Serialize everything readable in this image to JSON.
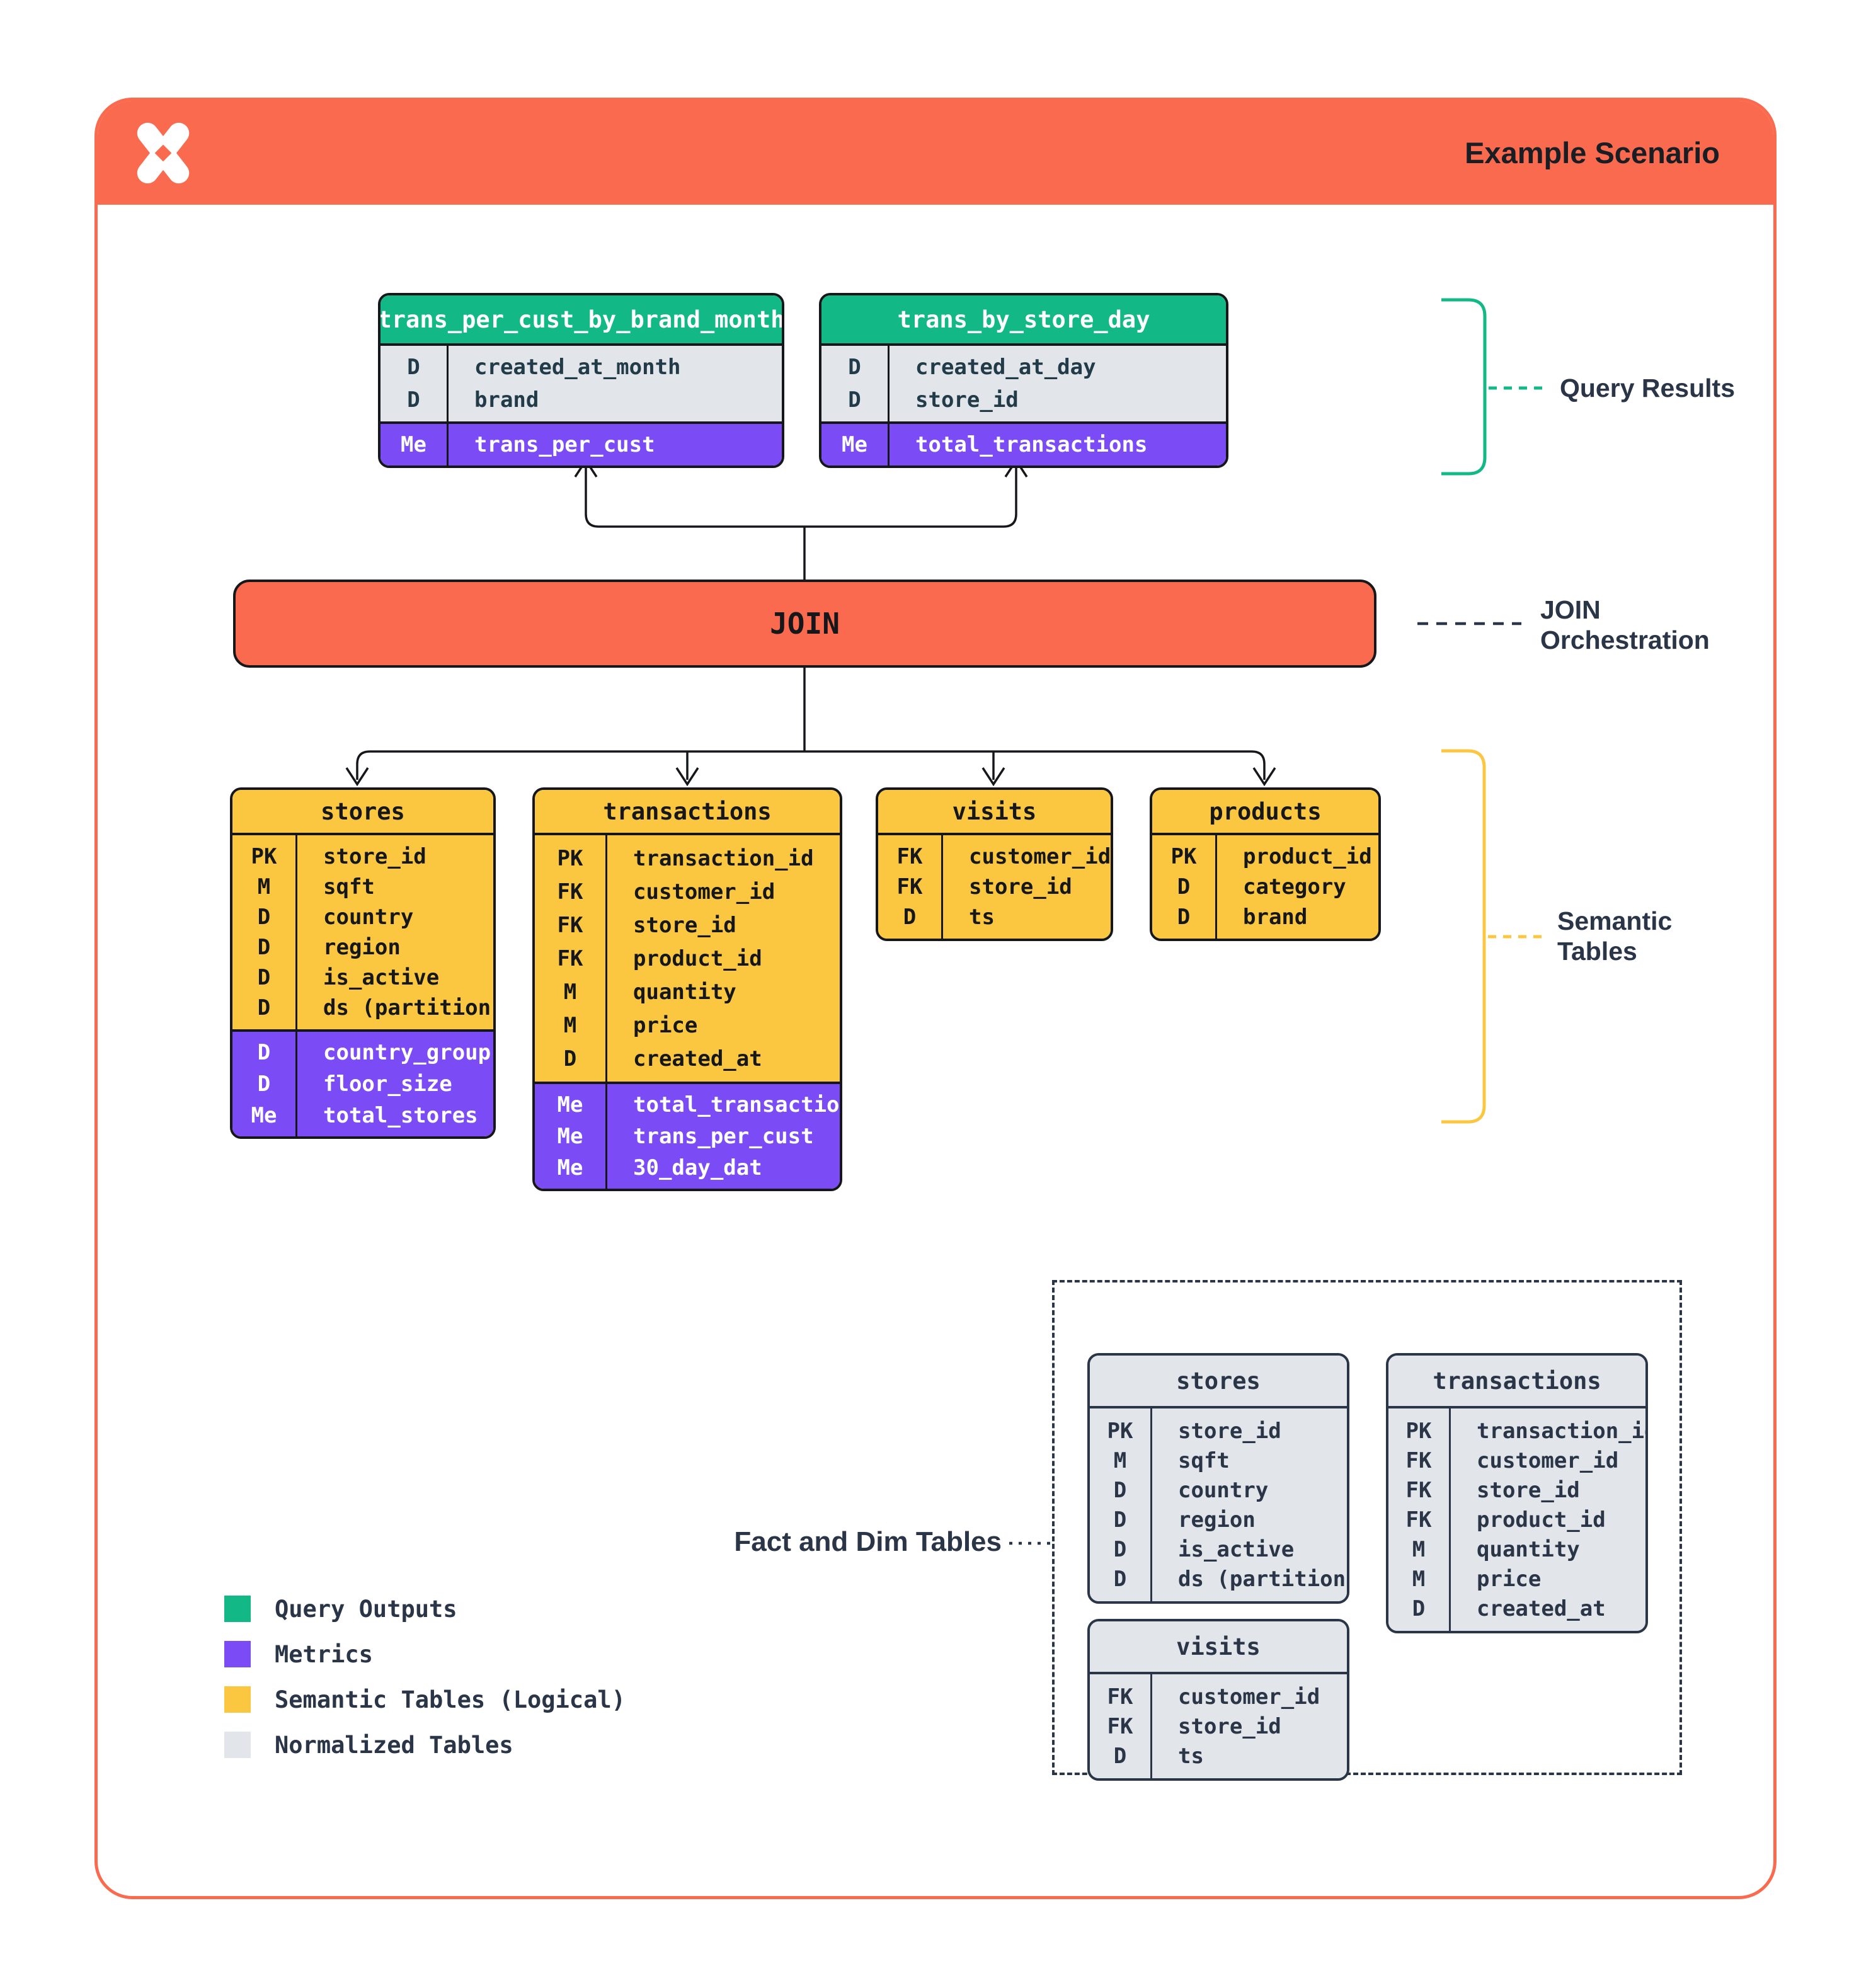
{
  "header": {
    "title": "Example Scenario"
  },
  "join": {
    "label": "JOIN"
  },
  "annotations": {
    "query_results": "Query Results",
    "join_orchestration": [
      "JOIN",
      "Orchestration"
    ],
    "semantic_tables": [
      "Semantic",
      "Tables"
    ],
    "fact_dim": "Fact and Dim Tables"
  },
  "query_tables": [
    {
      "name": "trans_per_cust_by_brand_month",
      "dims": [
        {
          "k": "D",
          "f": "created_at_month"
        },
        {
          "k": "D",
          "f": "brand"
        }
      ],
      "mets": [
        {
          "k": "Me",
          "f": "trans_per_cust"
        }
      ]
    },
    {
      "name": "trans_by_store_day",
      "dims": [
        {
          "k": "D",
          "f": "created_at_day"
        },
        {
          "k": "D",
          "f": "store_id"
        }
      ],
      "mets": [
        {
          "k": "Me",
          "f": "total_transactions"
        }
      ]
    }
  ],
  "semantic_tables": [
    {
      "name": "stores",
      "dims": [
        {
          "k": "PK",
          "f": "store_id"
        },
        {
          "k": "M",
          "f": "sqft"
        },
        {
          "k": "D",
          "f": "country"
        },
        {
          "k": "D",
          "f": "region"
        },
        {
          "k": "D",
          "f": "is_active"
        },
        {
          "k": "D",
          "f": "ds (partition)"
        }
      ],
      "mets": [
        {
          "k": "D",
          "f": "country_group"
        },
        {
          "k": "D",
          "f": "floor_size"
        },
        {
          "k": "Me",
          "f": "total_stores"
        }
      ]
    },
    {
      "name": "transactions",
      "dims": [
        {
          "k": "PK",
          "f": "transaction_id"
        },
        {
          "k": "FK",
          "f": "customer_id"
        },
        {
          "k": "FK",
          "f": "store_id"
        },
        {
          "k": "FK",
          "f": "product_id"
        },
        {
          "k": "M",
          "f": "quantity"
        },
        {
          "k": "M",
          "f": "price"
        },
        {
          "k": "D",
          "f": "created_at"
        }
      ],
      "mets": [
        {
          "k": "Me",
          "f": "total_transactions"
        },
        {
          "k": "Me",
          "f": "trans_per_cust"
        },
        {
          "k": "Me",
          "f": "30_day_dat"
        }
      ]
    },
    {
      "name": "visits",
      "dims": [
        {
          "k": "FK",
          "f": "customer_id"
        },
        {
          "k": "FK",
          "f": "store_id"
        },
        {
          "k": "D",
          "f": "ts"
        }
      ],
      "mets": []
    },
    {
      "name": "products",
      "dims": [
        {
          "k": "PK",
          "f": "product_id"
        },
        {
          "k": "D",
          "f": "category"
        },
        {
          "k": "D",
          "f": "brand"
        }
      ],
      "mets": []
    }
  ],
  "normalized_tables": [
    {
      "name": "stores",
      "dims": [
        {
          "k": "PK",
          "f": "store_id"
        },
        {
          "k": "M",
          "f": "sqft"
        },
        {
          "k": "D",
          "f": "country"
        },
        {
          "k": "D",
          "f": "region"
        },
        {
          "k": "D",
          "f": "is_active"
        },
        {
          "k": "D",
          "f": "ds (partition)"
        }
      ],
      "mets": []
    },
    {
      "name": "transactions",
      "dims": [
        {
          "k": "PK",
          "f": "transaction_id"
        },
        {
          "k": "FK",
          "f": "customer_id"
        },
        {
          "k": "FK",
          "f": "store_id"
        },
        {
          "k": "FK",
          "f": "product_id"
        },
        {
          "k": "M",
          "f": "quantity"
        },
        {
          "k": "M",
          "f": "price"
        },
        {
          "k": "D",
          "f": "created_at"
        }
      ],
      "mets": []
    },
    {
      "name": "visits",
      "dims": [
        {
          "k": "FK",
          "f": "customer_id"
        },
        {
          "k": "FK",
          "f": "store_id"
        },
        {
          "k": "D",
          "f": "ts"
        }
      ],
      "mets": []
    }
  ],
  "legend": [
    {
      "color": "#12B886",
      "label": "Query Outputs"
    },
    {
      "color": "#7B4BF5",
      "label": "Metrics"
    },
    {
      "color": "#FBC640",
      "label": "Semantic Tables (Logical)"
    },
    {
      "color": "#E2E5E9",
      "label": "Normalized Tables"
    }
  ],
  "colors": {
    "orange": "#FA6A4E",
    "green": "#12B886",
    "purple": "#7B4BF5",
    "yellow": "#FBC640",
    "gray": "#E2E5E9",
    "ink": "#15171B",
    "navy": "#2A3547",
    "slate": "#223B49"
  }
}
